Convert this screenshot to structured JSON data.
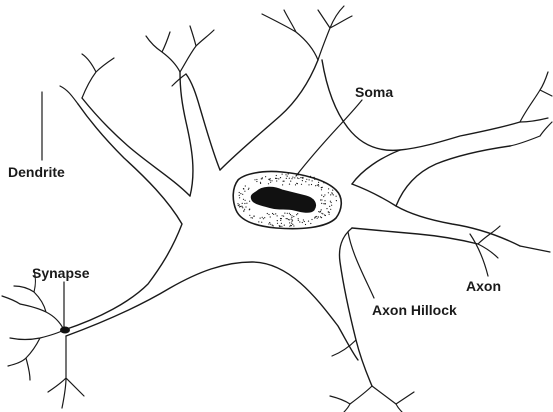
{
  "diagram": {
    "labels": {
      "soma": "Soma",
      "dendrite": "Dendrite",
      "synapse": "Synapse",
      "axon": "Axon",
      "axon_hillock": "Axon Hillock"
    }
  }
}
